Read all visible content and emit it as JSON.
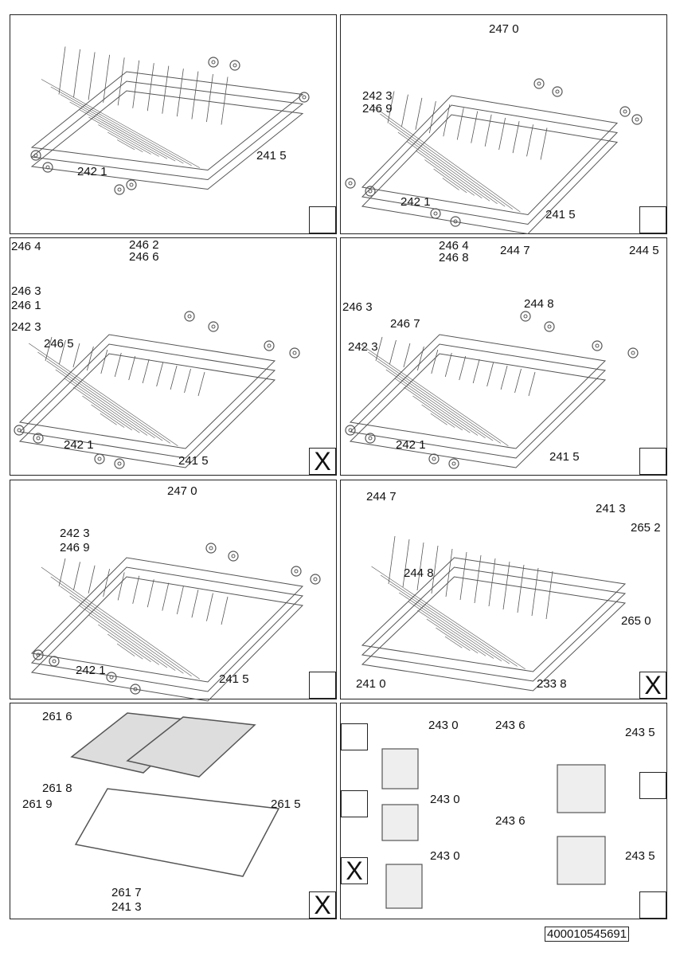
{
  "panels": [
    {
      "labels": [
        "241 5",
        "242 1"
      ],
      "marker": ""
    },
    {
      "labels": [
        "247 0",
        "242 3",
        "246 9",
        "242 1",
        "241 5"
      ],
      "marker": ""
    },
    {
      "labels": [
        "246 4",
        "246 2",
        "246 6",
        "246 3",
        "246 1",
        "242 3",
        "246 5",
        "242 1",
        "241 5"
      ],
      "marker": "X"
    },
    {
      "labels": [
        "246 4",
        "246 8",
        "244 7",
        "244 5",
        "246 3",
        "244 8",
        "246 7",
        "242 3",
        "242 1",
        "241 5"
      ],
      "marker": ""
    },
    {
      "labels": [
        "247 0",
        "242 3",
        "246 9",
        "242 1",
        "241 5"
      ],
      "marker": ""
    },
    {
      "labels": [
        "244 7",
        "241 3",
        "265 2",
        "244 8",
        "265 0",
        "241 0",
        "233 8"
      ],
      "marker": "X"
    },
    {
      "labels": [
        "261 6",
        "261 8",
        "261 9",
        "261 5",
        "261 7",
        "241 3"
      ],
      "marker": "X"
    },
    {
      "labels": [
        "243 0",
        "243 6",
        "243 5",
        "243 0",
        "243 6",
        "243 0",
        "243 5"
      ],
      "marker": "",
      "left_markers": [
        "",
        "",
        "X"
      ]
    }
  ],
  "footer": {
    "code": "400010545691"
  }
}
